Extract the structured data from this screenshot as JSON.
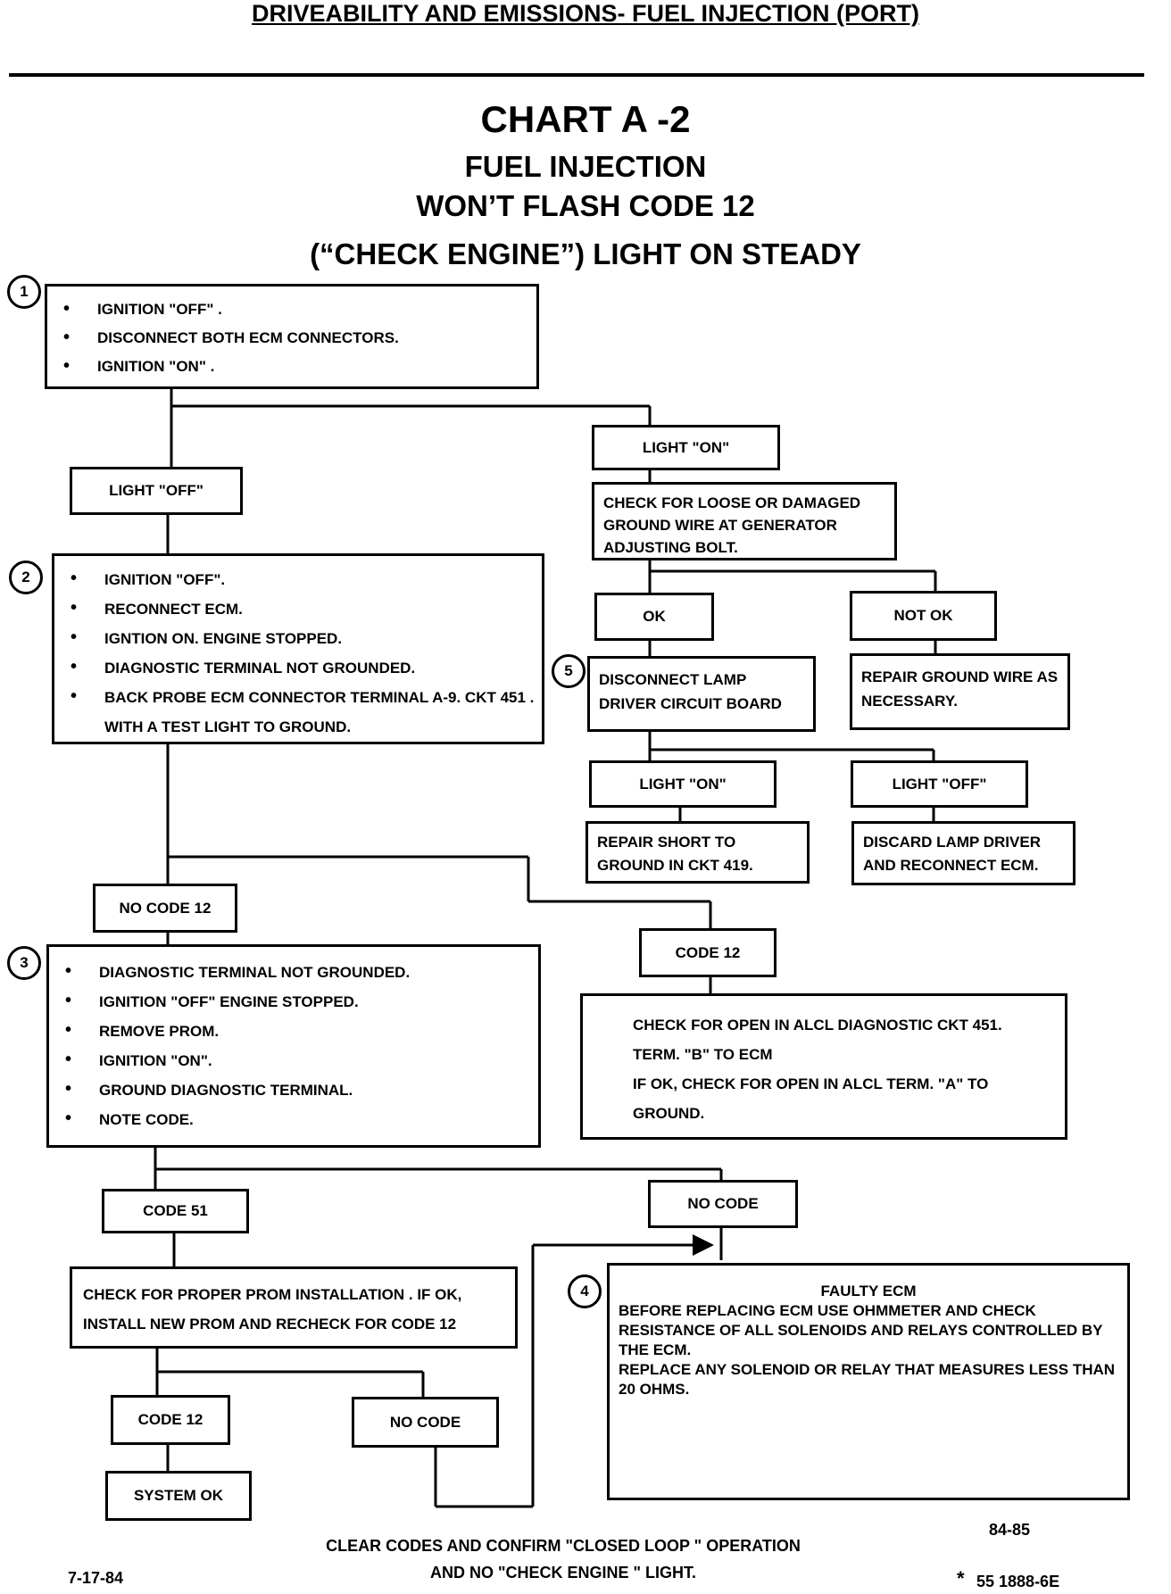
{
  "header": "DRIVEABILITY AND EMISSIONS- FUEL INJECTION (PORT)",
  "chart": {
    "title": "CHART A -2",
    "line1": "FUEL INJECTION",
    "line2": "WON’T FLASH CODE 12",
    "line3": "(“CHECK ENGINE”) LIGHT ON STEADY"
  },
  "steps": {
    "s1": [
      "IGNITION \"OFF\" .",
      "DISCONNECT BOTH ECM CONNECTORS.",
      "IGNITION \"ON\" ."
    ],
    "s2": [
      "IGNITION \"OFF\".",
      "RECONNECT ECM.",
      "IGNTION ON. ENGINE STOPPED.",
      "DIAGNOSTIC TERMINAL NOT GROUNDED.",
      "BACK PROBE ECM CONNECTOR TERMINAL A-9. CKT 451 . WITH A TEST LIGHT TO GROUND."
    ],
    "s3": [
      "DIAGNOSTIC TERMINAL NOT GROUNDED.",
      "IGNITION \"OFF\" ENGINE STOPPED.",
      "REMOVE PROM.",
      "IGNITION \"ON\".",
      "GROUND DIAGNOSTIC TERMINAL.",
      "NOTE CODE."
    ]
  },
  "labels": {
    "light_off": "LIGHT \"OFF\"",
    "light_on": "LIGHT \"ON\"",
    "check_ground": "CHECK FOR LOOSE OR DAMAGED GROUND WIRE AT GENERATOR ADJUSTING BOLT.",
    "ok": "OK",
    "not_ok": "NOT OK",
    "disconnect_lamp": "DISCONNECT LAMP DRIVER CIRCUIT BOARD",
    "repair_ground": "REPAIR GROUND WIRE AS NECESSARY.",
    "light_on_2": "LIGHT \"ON\"",
    "light_off_2": "LIGHT \"OFF\"",
    "repair_short": "REPAIR SHORT TO GROUND IN CKT 419.",
    "discard_lamp": "DISCARD LAMP DRIVER AND RECONNECT ECM.",
    "no_code_12": "NO CODE 12",
    "code_12": "CODE 12",
    "alcl_1": "CHECK FOR OPEN IN ALCL DIAGNOSTIC CKT 451.",
    "alcl_2": "TERM. \"B\" TO ECM",
    "alcl_3": "IF OK, CHECK FOR OPEN IN ALCL TERM. \"A\" TO",
    "alcl_4": "GROUND.",
    "code_51": "CODE 51",
    "no_code": "NO CODE",
    "prom_1": "CHECK FOR PROPER PROM INSTALLATION . IF OK,",
    "prom_2": "INSTALL NEW PROM AND RECHECK FOR CODE 12",
    "faulty_title": "FAULTY ECM",
    "faulty_body": "BEFORE REPLACING ECM USE OHMMETER AND CHECK RESISTANCE OF ALL SOLENOIDS AND RELAYS CONTROLLED BY THE ECM.\nREPLACE ANY SOLENOID OR RELAY THAT MEASURES LESS THAN 20 OHMS.",
    "code_12_b": "CODE 12",
    "no_code_b": "NO CODE",
    "system_ok": "SYSTEM OK"
  },
  "circles": {
    "c1": "1",
    "c2": "2",
    "c3": "3",
    "c4": "4",
    "c5": "5"
  },
  "footer": {
    "clear1": "CLEAR CODES AND CONFIRM \"CLOSED LOOP \" OPERATION",
    "clear2": "AND NO \"CHECK ENGINE \" LIGHT.",
    "date": "7-17-84",
    "year": "84-85",
    "doc": "55 1888-6E"
  }
}
